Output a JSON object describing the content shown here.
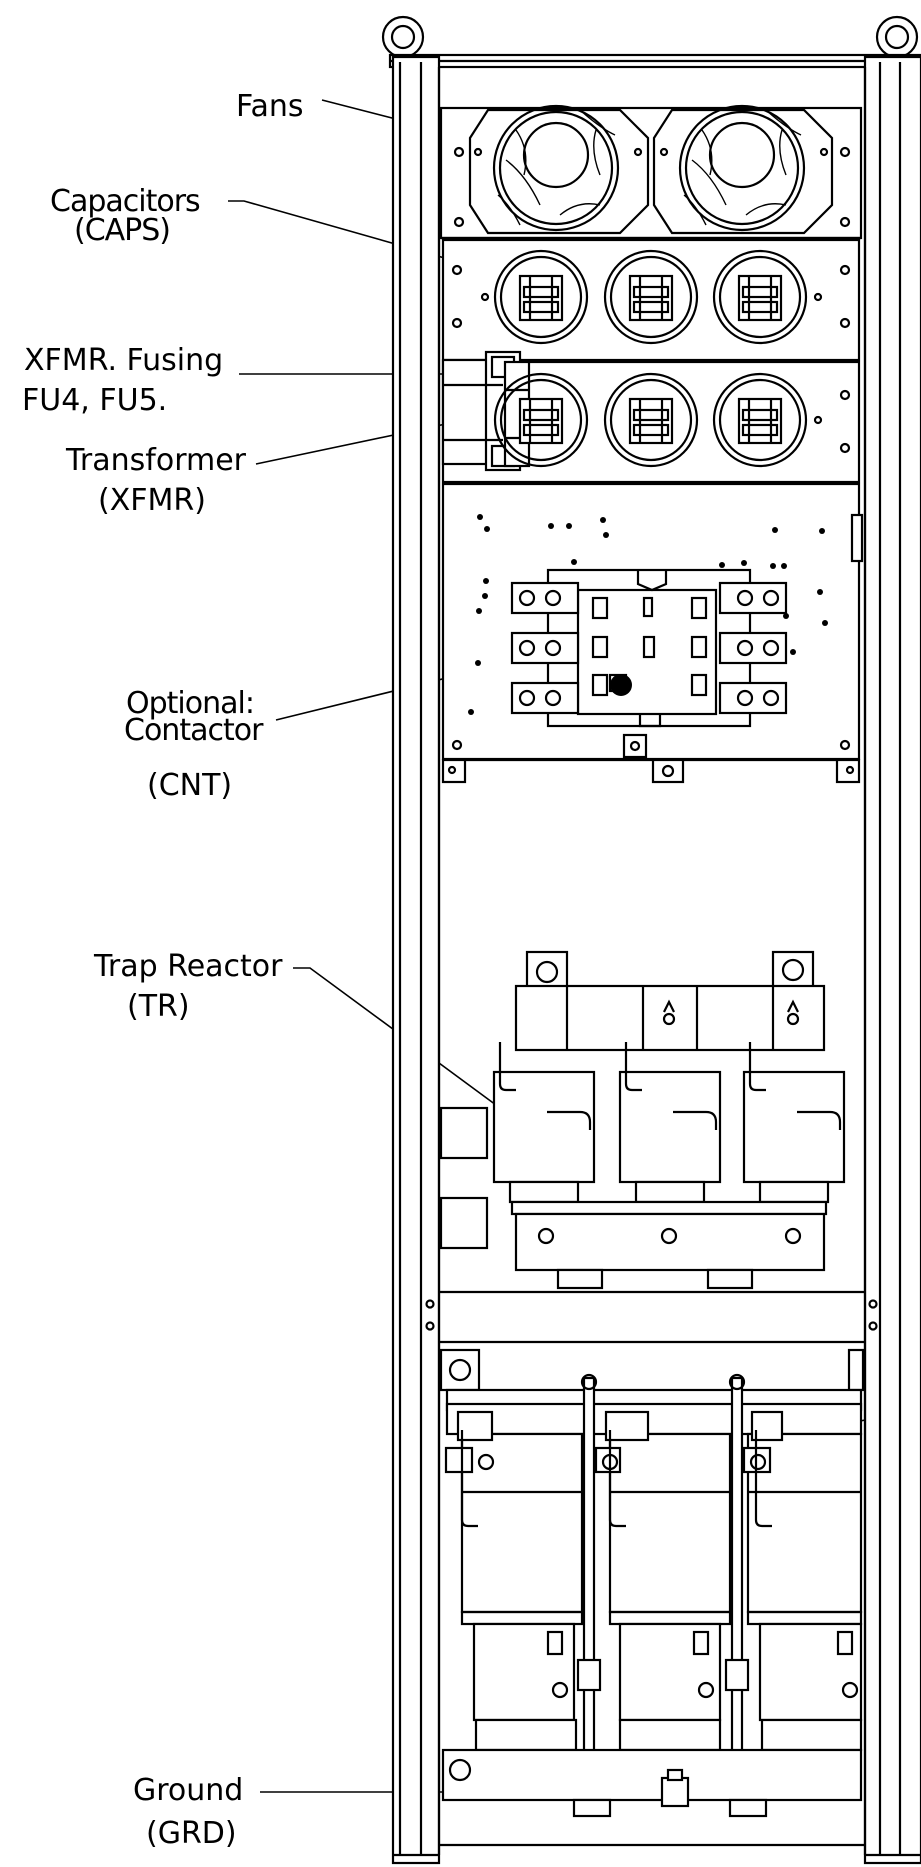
{
  "labels": {
    "fans": "Fans",
    "capacitors_line1": "Capacitors",
    "capacitors_line2": "(CAPS)",
    "xfmr_fusing_line1": "XFMR. Fusing",
    "xfmr_fusing_line2": "FU4, FU5.",
    "transformer_line1": "Transformer",
    "transformer_line2": "(XFMR)",
    "contactor_line1": "Optional:",
    "contactor_line2": "Contactor",
    "contactor_line3": "(CNT)",
    "trap_reactor_line1": "Trap Reactor",
    "trap_reactor_line2": "(TR)",
    "ground_line1": "Ground",
    "ground_line2": "(GRD)"
  }
}
